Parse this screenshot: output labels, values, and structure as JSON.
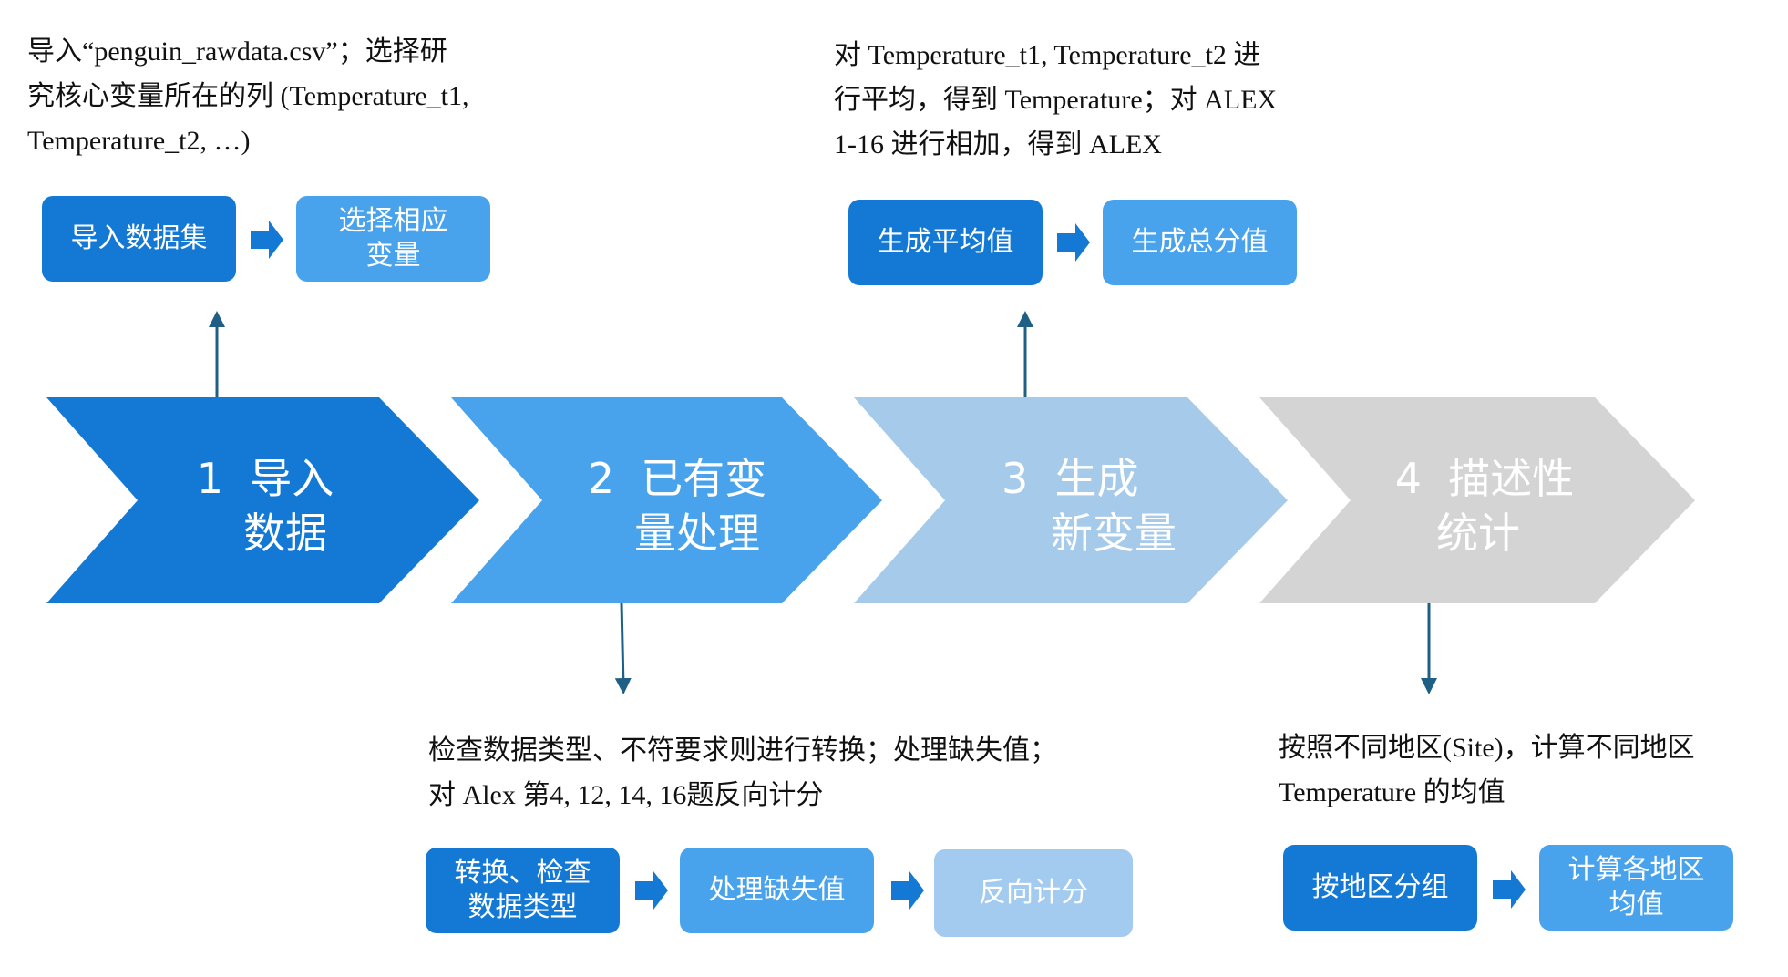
{
  "colors": {
    "dark_blue": "#1479d4",
    "mid_blue": "#49a3ec",
    "light_blue": "#a3cbef",
    "gray": "#d4d4d4",
    "connector": "#1f5f86"
  },
  "stages": [
    {
      "number": "1",
      "title_line1": "导入",
      "title_line2": "数据",
      "color": "#1479d4"
    },
    {
      "number": "2",
      "title_line1": "已有变",
      "title_line2": "量处理",
      "color": "#49a3ec"
    },
    {
      "number": "3",
      "title_line1": "生成",
      "title_line2": "新变量",
      "color": "#a6caea"
    },
    {
      "number": "4",
      "title_line1": "描述性",
      "title_line2": "统计",
      "color": "#d4d4d4"
    }
  ],
  "stage1": {
    "note_lines": [
      "导入“penguin_rawdata.csv”；选择研",
      "究核心变量所在的列 (Temperature_t1,",
      "Temperature_t2, …)"
    ],
    "steps": [
      {
        "line1": "导入数据集",
        "line2": ""
      },
      {
        "line1": "选择相应",
        "line2": "变量"
      }
    ]
  },
  "stage2": {
    "note_lines": [
      "检查数据类型、不符要求则进行转换；处理缺失值；",
      "对 Alex 第4, 12, 14, 16题反向计分"
    ],
    "steps": [
      {
        "line1": "转换、检查",
        "line2": "数据类型"
      },
      {
        "line1": "处理缺失值",
        "line2": ""
      },
      {
        "line1": "反向计分",
        "line2": ""
      }
    ]
  },
  "stage3": {
    "note_lines": [
      "对 Temperature_t1, Temperature_t2 进",
      "行平均，得到 Temperature；对 ALEX",
      "1-16 进行相加，得到 ALEX"
    ],
    "steps": [
      {
        "line1": "生成平均值",
        "line2": ""
      },
      {
        "line1": "生成总分值",
        "line2": ""
      }
    ]
  },
  "stage4": {
    "note_lines": [
      "按照不同地区(Site)，计算不同地区",
      "Temperature 的均值"
    ],
    "steps": [
      {
        "line1": "按地区分组",
        "line2": ""
      },
      {
        "line1": "计算各地区",
        "line2": "均值"
      }
    ]
  }
}
